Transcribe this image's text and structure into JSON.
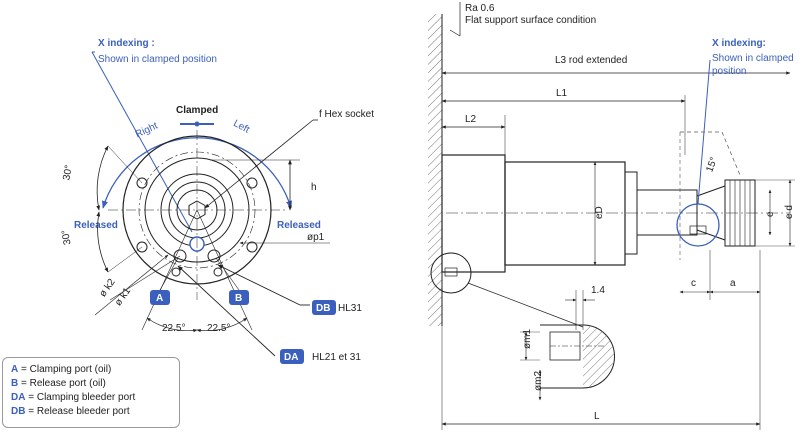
{
  "left_view": {
    "x_indexing_title": "X indexing :",
    "x_indexing_sub": "Shown in clamped position",
    "clamped": "Clamped",
    "right": "Right",
    "left": "Left",
    "released_left": "Released",
    "released_right": "Released",
    "angle_30_top": "30°",
    "angle_30_bottom": "30°",
    "h": "h",
    "phi_p1": "øp1",
    "hex_socket": "f  Hex socket",
    "k2": "ø k2",
    "k1": "ø k1",
    "badge_a": "A",
    "badge_b": "B",
    "badge_db": "DB",
    "badge_da": "DA",
    "hl31": "HL31",
    "hl21": "HL21 et 31",
    "angle_225_left": "22.5°",
    "angle_225_right": "22.5°"
  },
  "legend": [
    {
      "key": "A",
      "text": " = Clamping port (oil)"
    },
    {
      "key": "B",
      "text": " = Release port (oil)"
    },
    {
      "key": "DA",
      "text": " = Clamping bleeder port"
    },
    {
      "key": "DB",
      "text": " = Release bleeder port"
    }
  ],
  "right_view": {
    "ra": "Ra 0.6",
    "flat_support": "Flat support surface condition",
    "l3": "L3 rod extended",
    "l1": "L1",
    "l2": "L2",
    "d_small": "eD",
    "angle_15": "15°",
    "x_indexing_title": "X indexing:",
    "x_indexing_sub1": "Shown in clamped",
    "x_indexing_sub2": "position",
    "e": "e",
    "ed": "e d",
    "c": "c",
    "a": "a",
    "dim_14": "1.4",
    "m1": "øm1",
    "m2": "øm2",
    "L": "L"
  },
  "colors": {
    "accent": "#3a5fbd",
    "line": "#222222"
  }
}
